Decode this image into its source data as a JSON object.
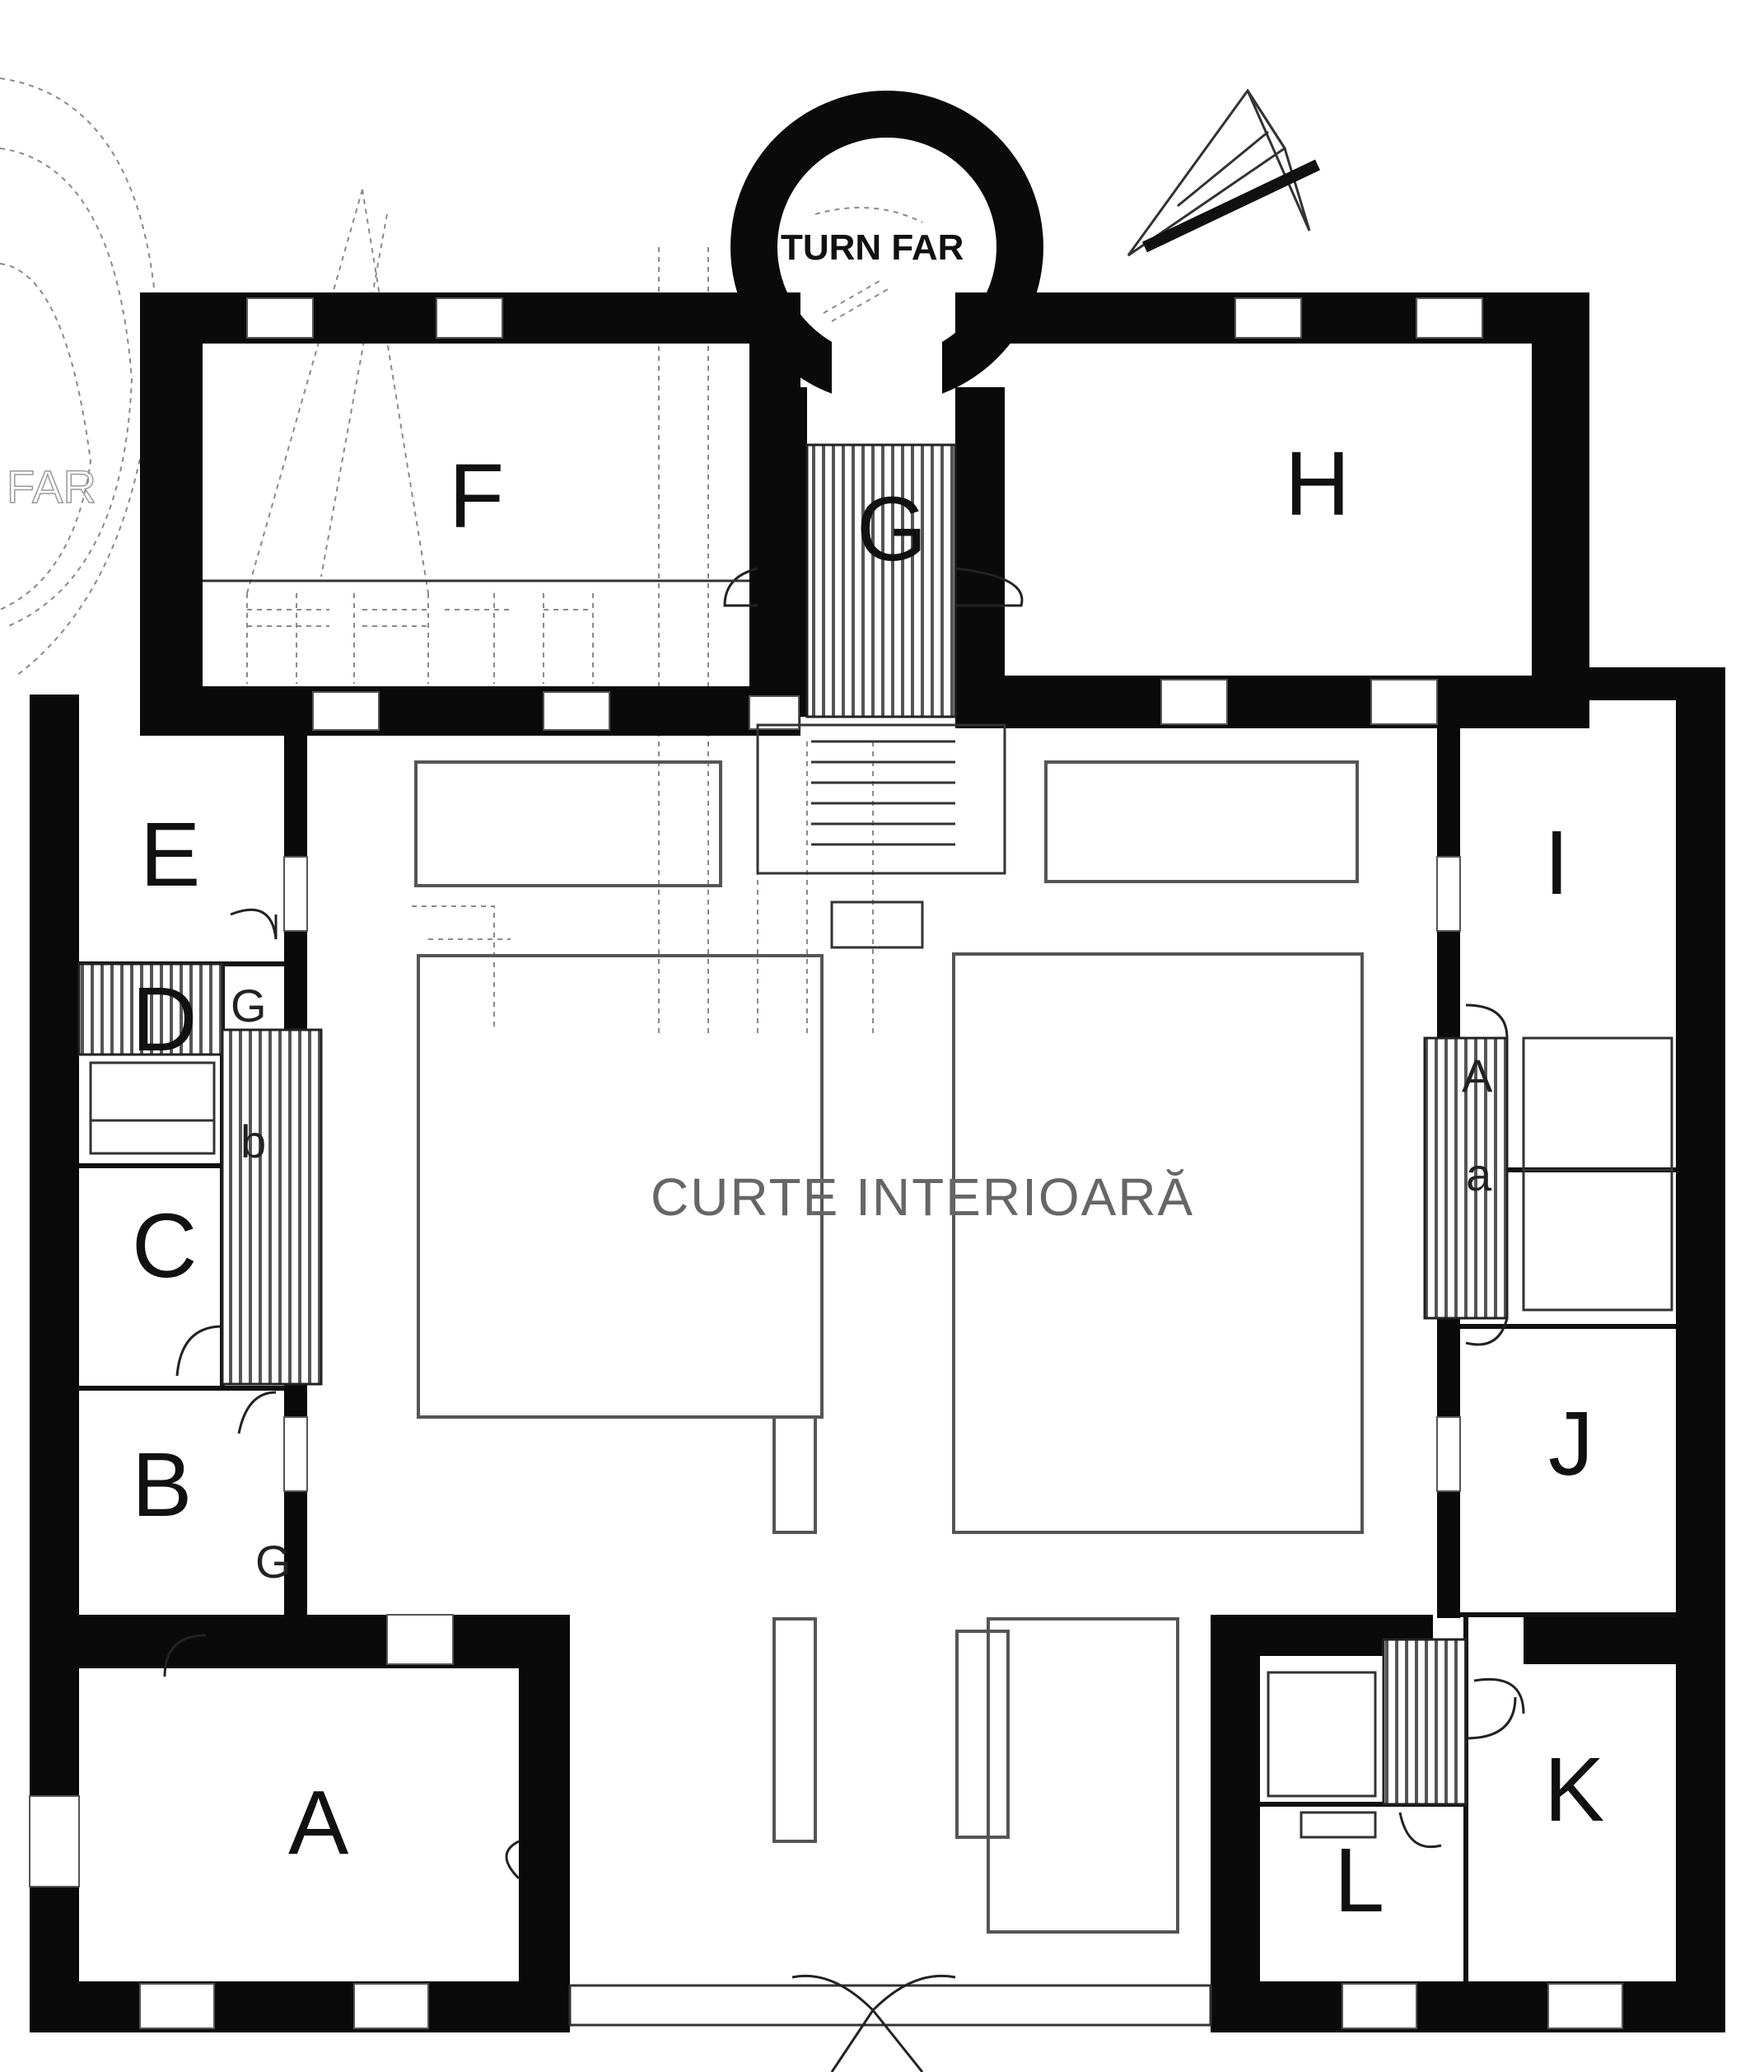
{
  "plan": {
    "tower_label": "TURN FAR",
    "courtyard_label": "CURTE INTERIOARĂ",
    "ghost_label": "FAR",
    "rooms": {
      "A": "A",
      "B": "B",
      "C": "C",
      "D": "D",
      "E": "E",
      "F": "F",
      "G": "G",
      "H": "H",
      "I": "I",
      "J": "J",
      "K": "K",
      "L": "L"
    },
    "small_labels": {
      "g_upper": "G",
      "g_lower": "G",
      "b_left": "b",
      "a_right_top": "A",
      "a_right_mid": "a"
    }
  },
  "icons": {
    "north_arrow": "north-arrow-icon"
  },
  "colors": {
    "wall": "#0a0a0a",
    "hatch": "#555555",
    "background": "#ffffff"
  }
}
